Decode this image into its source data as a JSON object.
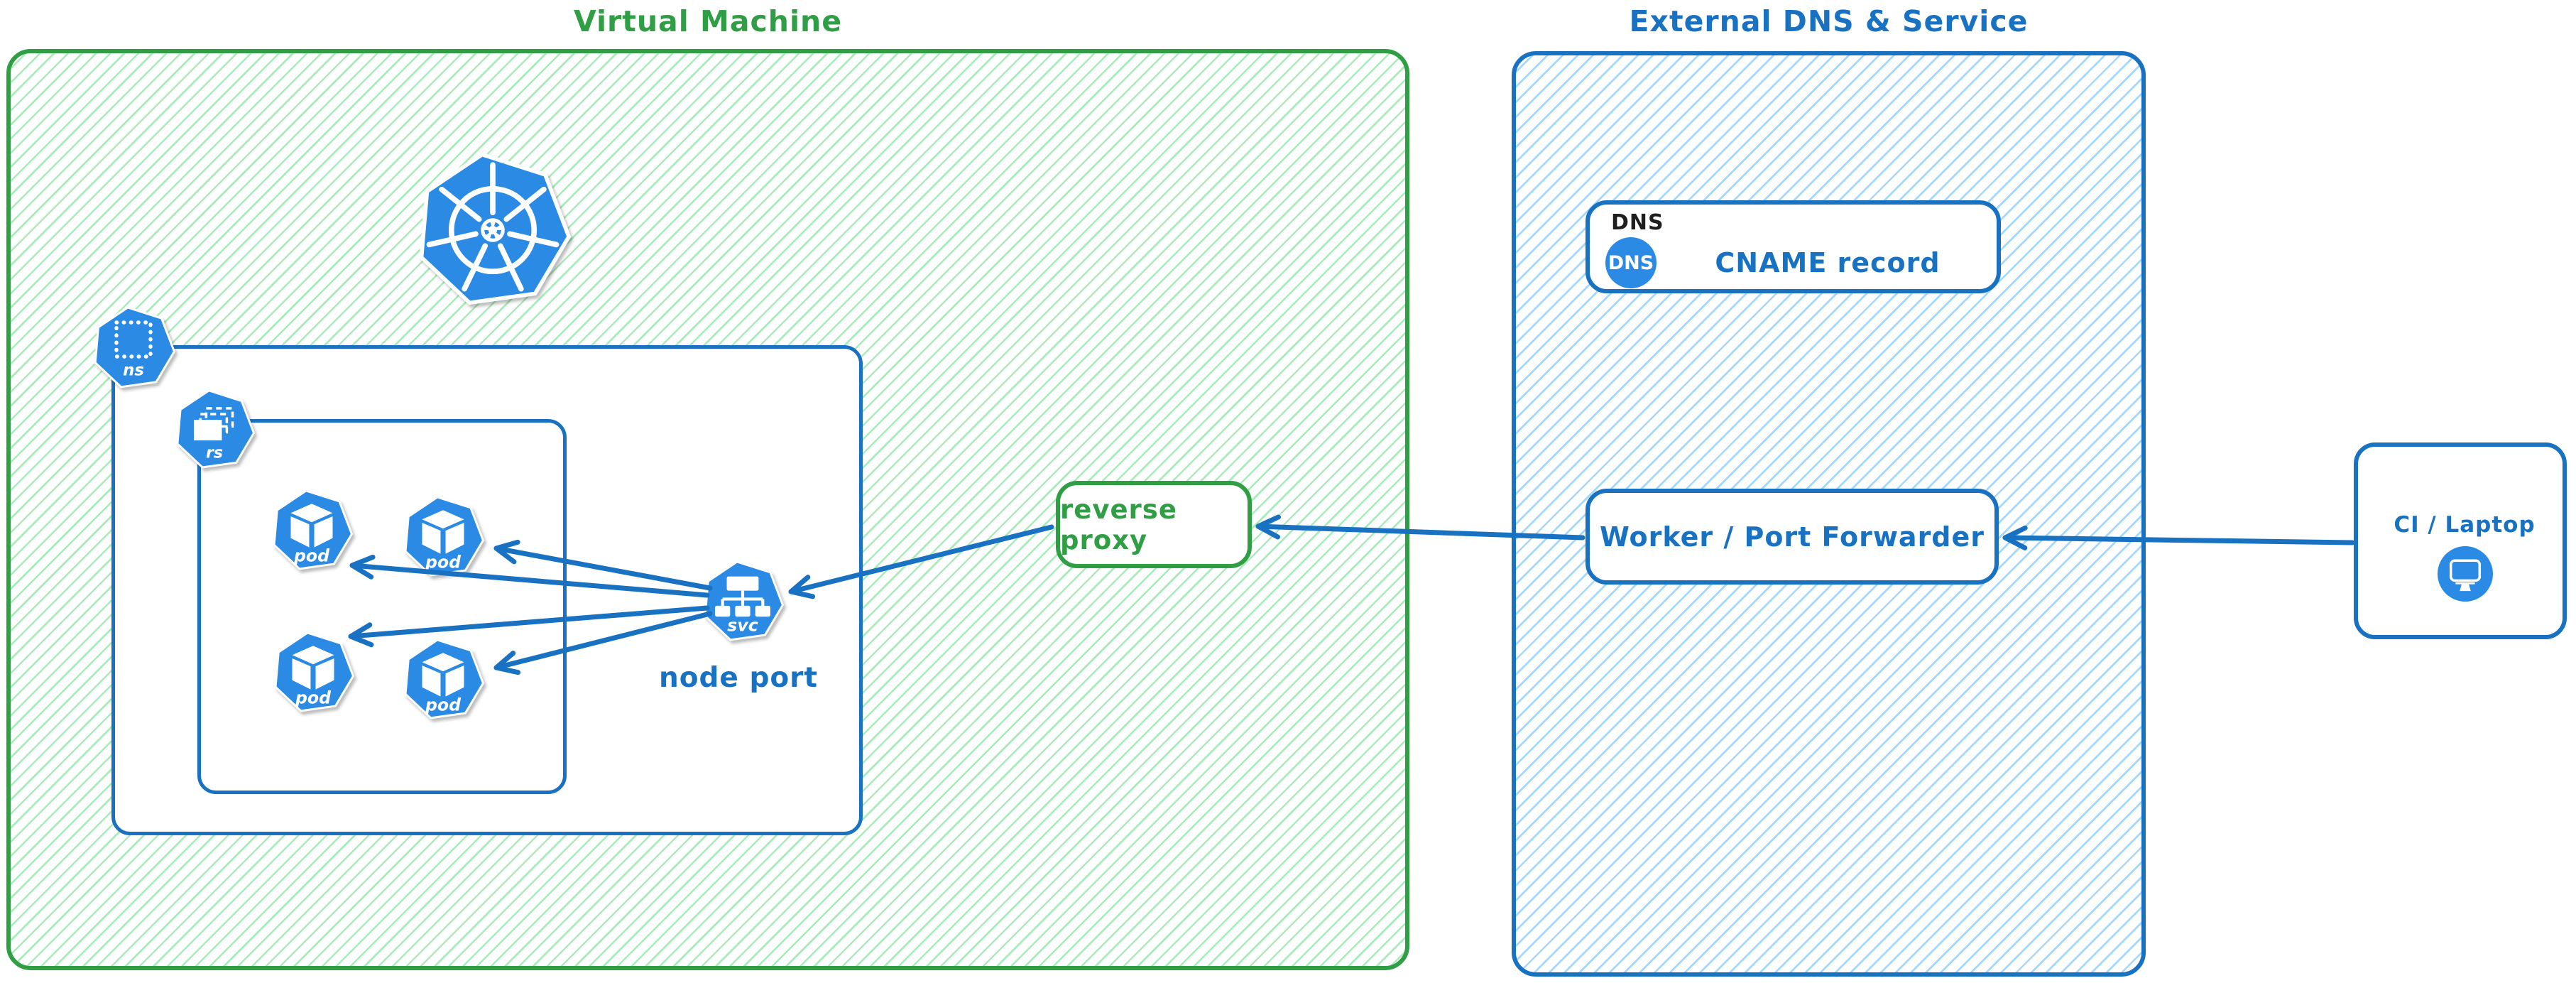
{
  "colors": {
    "green_stroke": "#2f9e44",
    "green_hatch": "#a9ecb9",
    "blue_stroke": "#1971c2",
    "blue_hatch": "#a5d8ff",
    "icon_blue": "#2a8ae4",
    "black_text": "#1e1e1e"
  },
  "icons": {
    "kubernetes": "kubernetes-wheel-icon",
    "namespace": "namespace-heptagon-icon",
    "replicaset": "replicaset-heptagon-icon",
    "pod": "pod-heptagon-icon",
    "service": "service-heptagon-icon",
    "dns": "dns-badge-icon",
    "client": "monitor-icon"
  },
  "vm": {
    "title": "Virtual Machine",
    "namespace_icon_label": "ns",
    "replicaset_icon_label": "rs",
    "pods": [
      {
        "label": "pod"
      },
      {
        "label": "pod"
      },
      {
        "label": "pod"
      },
      {
        "label": "pod"
      }
    ],
    "service_icon_label": "svc",
    "service_caption": "node port",
    "reverse_proxy_label": "reverse proxy"
  },
  "external": {
    "title": "External DNS & Service",
    "dns_tag": "DNS",
    "dns_badge": "DNS",
    "cname_label": "CNAME record",
    "worker_label": "Worker / Port Forwarder"
  },
  "client": {
    "label": "CI / Laptop"
  }
}
